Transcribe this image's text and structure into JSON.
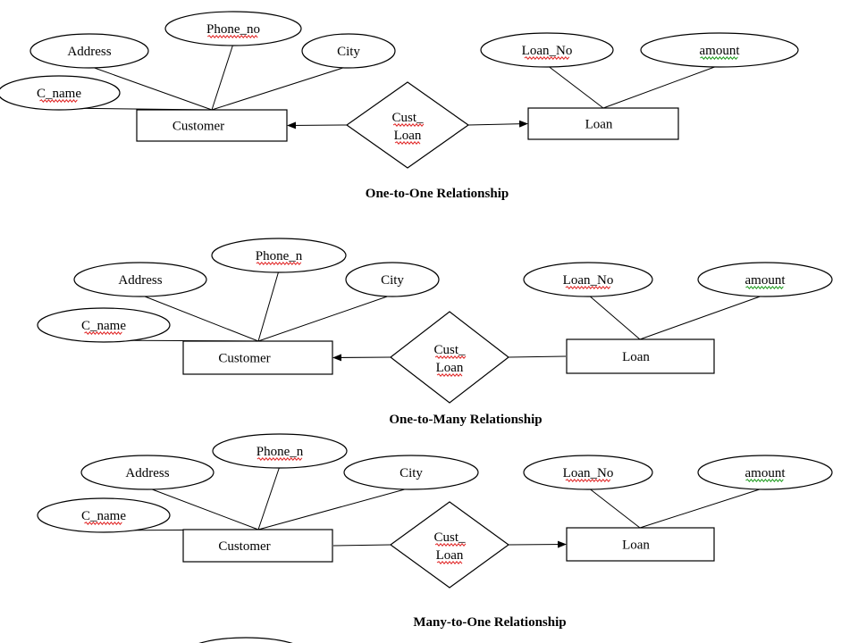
{
  "diagrams": [
    {
      "caption": "One-to-One Relationship",
      "customer": "Customer",
      "loan": "Loan",
      "relationship": [
        "Cust_",
        "Loan"
      ],
      "customer_attributes": [
        "Address",
        "Phone_no",
        "City",
        "C_name"
      ],
      "loan_attributes": [
        "Loan_No",
        "amount"
      ],
      "arrow_to_customer": true,
      "arrow_to_loan": true
    },
    {
      "caption": "One-to-Many Relationship",
      "customer": "Customer",
      "loan": "Loan",
      "relationship": [
        "Cust_",
        "Loan"
      ],
      "customer_attributes": [
        "Address",
        "Phone_n",
        "City",
        "C_name"
      ],
      "loan_attributes": [
        "Loan_No",
        "amount"
      ],
      "arrow_to_customer": true,
      "arrow_to_loan": false
    },
    {
      "caption": "Many-to-One Relationship",
      "customer": "Customer",
      "loan": "Loan",
      "relationship": [
        "Cust_",
        "Loan"
      ],
      "customer_attributes": [
        "Address",
        "Phone_n",
        "City",
        "C_name"
      ],
      "loan_attributes": [
        "Loan_No",
        "amount"
      ],
      "arrow_to_customer": false,
      "arrow_to_loan": true
    }
  ]
}
